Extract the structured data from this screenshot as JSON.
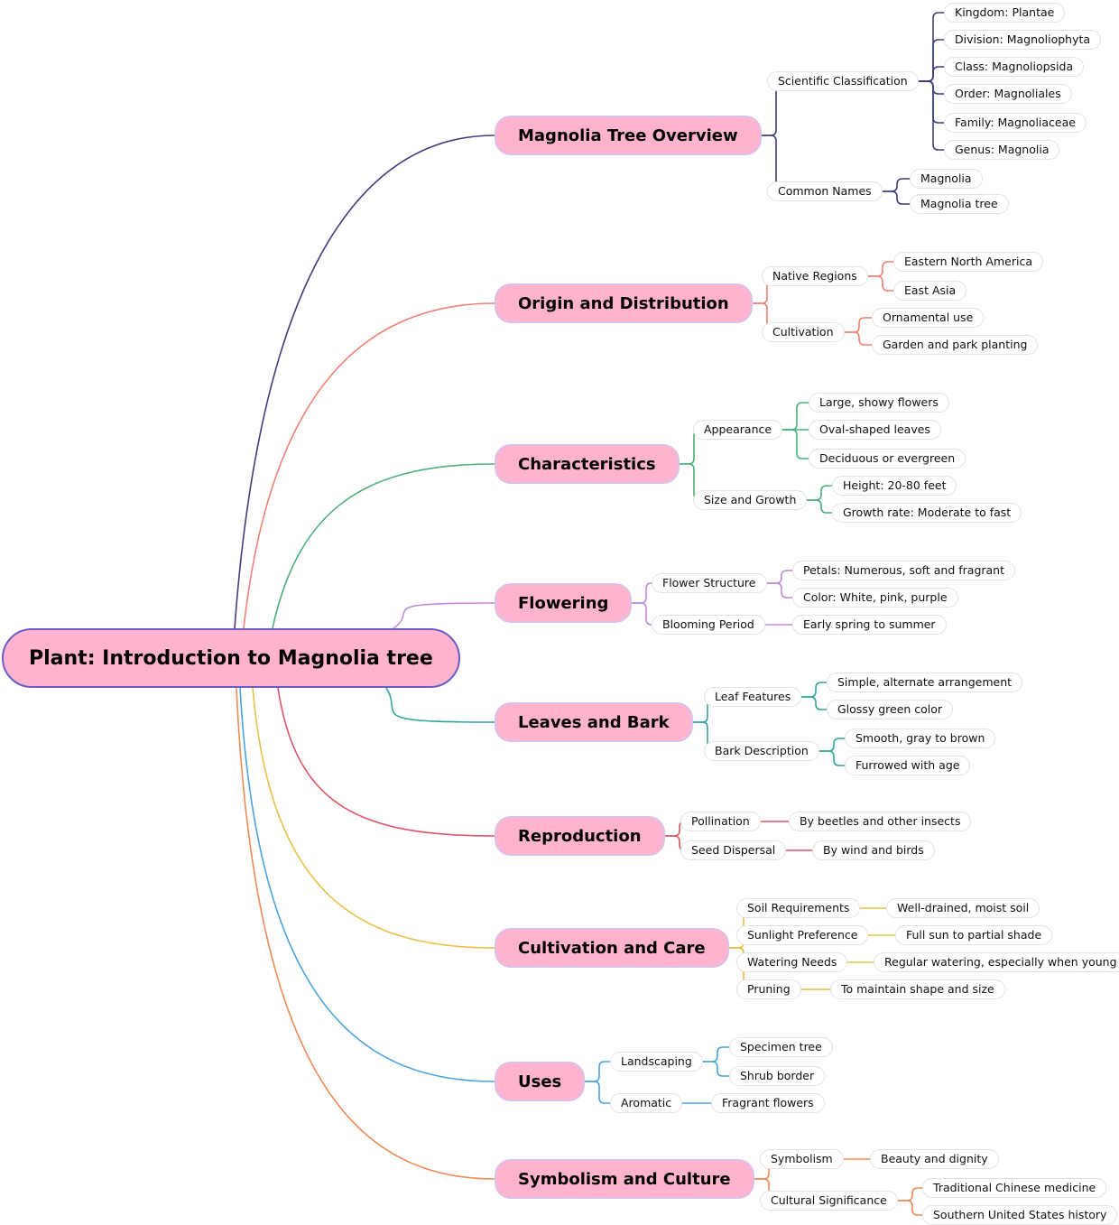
{
  "root": {
    "label": "Plant: Introduction to Magnolia tree"
  },
  "branches": [
    {
      "label": "Magnolia Tree Overview",
      "color": "#3f3f7f",
      "children": [
        {
          "label": "Scientific Classification",
          "children": [
            "Kingdom: Plantae",
            "Division: Magnoliophyta",
            "Class: Magnoliopsida",
            "Order: Magnoliales",
            "Family: Magnoliaceae",
            "Genus: Magnolia"
          ]
        },
        {
          "label": "Common Names",
          "children": [
            "Magnolia",
            "Magnolia tree"
          ]
        }
      ]
    },
    {
      "label": "Origin and Distribution",
      "color": "#f08074",
      "children": [
        {
          "label": "Native Regions",
          "children": [
            "Eastern North America",
            "East Asia"
          ]
        },
        {
          "label": "Cultivation",
          "children": [
            "Ornamental use",
            "Garden and park planting"
          ]
        }
      ]
    },
    {
      "label": "Characteristics",
      "color": "#4caf7d",
      "children": [
        {
          "label": "Appearance",
          "children": [
            "Large, showy flowers",
            "Oval-shaped leaves",
            "Deciduous or evergreen"
          ]
        },
        {
          "label": "Size and Growth",
          "children": [
            "Height: 20-80 feet",
            "Growth rate: Moderate to fast"
          ]
        }
      ]
    },
    {
      "label": "Flowering",
      "color": "#c08ad8",
      "children": [
        {
          "label": "Flower Structure",
          "children": [
            "Petals: Numerous, soft and fragrant",
            "Color: White, pink, purple"
          ]
        },
        {
          "label": "Blooming Period",
          "children": [
            "Early spring to summer"
          ]
        }
      ]
    },
    {
      "label": "Leaves and Bark",
      "color": "#2fa69a",
      "children": [
        {
          "label": "Leaf Features",
          "children": [
            "Simple, alternate arrangement",
            "Glossy green color"
          ]
        },
        {
          "label": "Bark Description",
          "children": [
            "Smooth, gray to brown",
            "Furrowed with age"
          ]
        }
      ]
    },
    {
      "label": "Reproduction",
      "color": "#e05565",
      "children": [
        {
          "label": "Pollination",
          "children": [
            "By beetles and other insects"
          ]
        },
        {
          "label": "Seed Dispersal",
          "children": [
            "By wind and birds"
          ]
        }
      ]
    },
    {
      "label": "Cultivation and Care",
      "color": "#e8c04a",
      "children": [
        {
          "label": "Soil Requirements",
          "children": [
            "Well-drained, moist soil"
          ]
        },
        {
          "label": "Sunlight Preference",
          "children": [
            "Full sun to partial shade"
          ]
        },
        {
          "label": "Watering Needs",
          "children": [
            "Regular watering, especially when young"
          ]
        },
        {
          "label": "Pruning",
          "children": [
            "To maintain shape and size"
          ]
        }
      ]
    },
    {
      "label": "Uses",
      "color": "#4aa3e0",
      "children": [
        {
          "label": "Landscaping",
          "children": [
            "Specimen tree",
            "Shrub border"
          ]
        },
        {
          "label": "Aromatic",
          "children": [
            "Fragrant flowers"
          ]
        }
      ]
    },
    {
      "label": "Symbolism and Culture",
      "color": "#ee8a55",
      "children": [
        {
          "label": "Symbolism",
          "children": [
            "Beauty and dignity"
          ]
        },
        {
          "label": "Cultural Significance",
          "children": [
            "Traditional Chinese medicine",
            "Southern United States history"
          ]
        }
      ]
    }
  ]
}
